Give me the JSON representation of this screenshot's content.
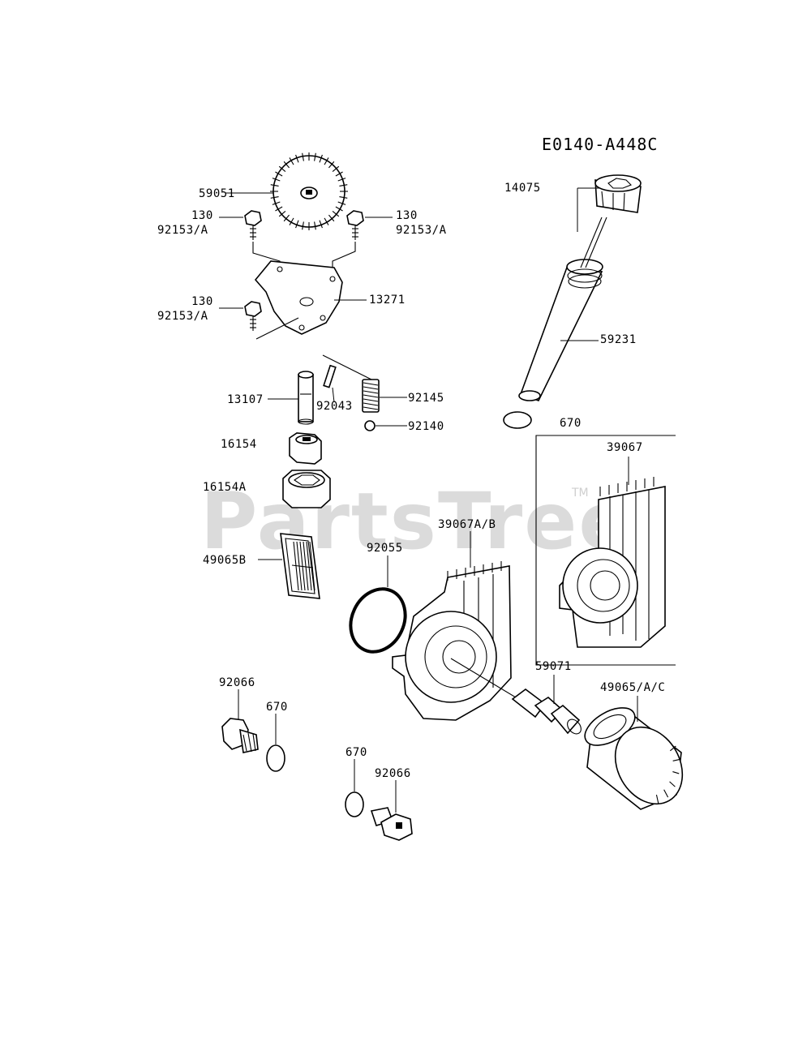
{
  "diagram": {
    "code": "E0140-A448C",
    "watermark": "PartsTree",
    "trademark": "TM",
    "callouts": [
      {
        "id": "c1",
        "text": "59051"
      },
      {
        "id": "c2",
        "text": "130"
      },
      {
        "id": "c3",
        "text": "92153/A"
      },
      {
        "id": "c4",
        "text": "130"
      },
      {
        "id": "c5",
        "text": "92153/A"
      },
      {
        "id": "c6",
        "text": "130"
      },
      {
        "id": "c7",
        "text": "92153/A"
      },
      {
        "id": "c8",
        "text": "13271"
      },
      {
        "id": "c9",
        "text": "14075"
      },
      {
        "id": "c10",
        "text": "59231"
      },
      {
        "id": "c11",
        "text": "13107"
      },
      {
        "id": "c12",
        "text": "92043"
      },
      {
        "id": "c13",
        "text": "92145"
      },
      {
        "id": "c14",
        "text": "92140"
      },
      {
        "id": "c15",
        "text": "16154"
      },
      {
        "id": "c16",
        "text": "16154A"
      },
      {
        "id": "c17",
        "text": "49065B"
      },
      {
        "id": "c18",
        "text": "670"
      },
      {
        "id": "c19",
        "text": "39067"
      },
      {
        "id": "c20",
        "text": "39067A/B"
      },
      {
        "id": "c21",
        "text": "92055"
      },
      {
        "id": "c22",
        "text": "59071"
      },
      {
        "id": "c23",
        "text": "49065/A/C"
      },
      {
        "id": "c24",
        "text": "92066"
      },
      {
        "id": "c25",
        "text": "670"
      },
      {
        "id": "c26",
        "text": "670"
      },
      {
        "id": "c27",
        "text": "92066"
      }
    ]
  }
}
